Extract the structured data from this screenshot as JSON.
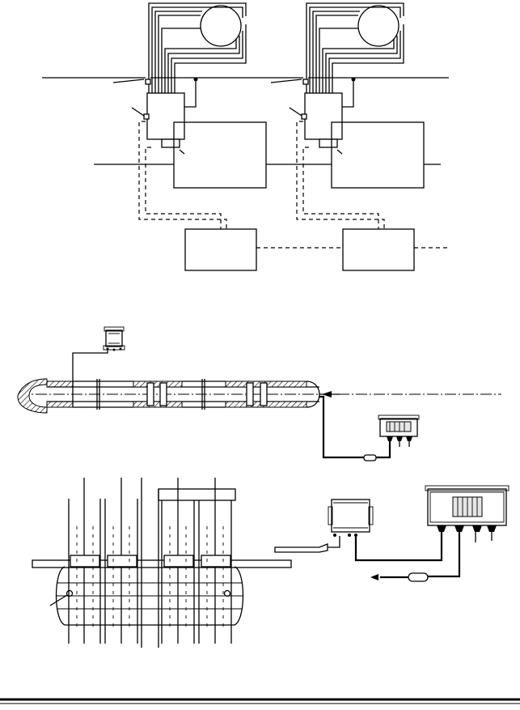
{
  "figure": {
    "panels": [
      "top-control-schematic",
      "middle-pipe-heat-trace",
      "bottom-tank-heat-trace",
      "bottom-right-junction-boxes"
    ]
  }
}
